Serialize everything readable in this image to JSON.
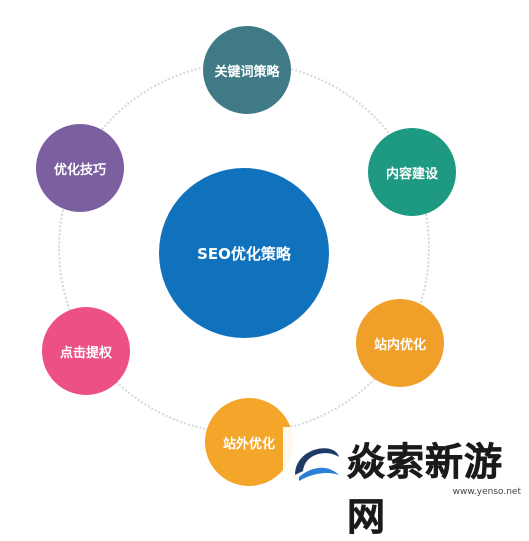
{
  "diagram": {
    "center": {
      "label": "SEO优化策略",
      "color": "#1072bd"
    },
    "nodes": [
      {
        "id": "keywords",
        "label": "关键词策略",
        "color": "#3f7a86"
      },
      {
        "id": "content",
        "label": "内容建设",
        "color": "#1f9a82"
      },
      {
        "id": "onsite",
        "label": "站内优化",
        "color": "#f0a028"
      },
      {
        "id": "offsite",
        "label": "站外优化",
        "color": "#f3a62a"
      },
      {
        "id": "ranking",
        "label": "点击提权",
        "color": "#ec5087"
      },
      {
        "id": "tips",
        "label": "优化技巧",
        "color": "#7b5fa0"
      }
    ],
    "ring_color": "#d7d7d7"
  },
  "watermark": {
    "title": "焱索新游网",
    "url": "www.yenso.net"
  }
}
